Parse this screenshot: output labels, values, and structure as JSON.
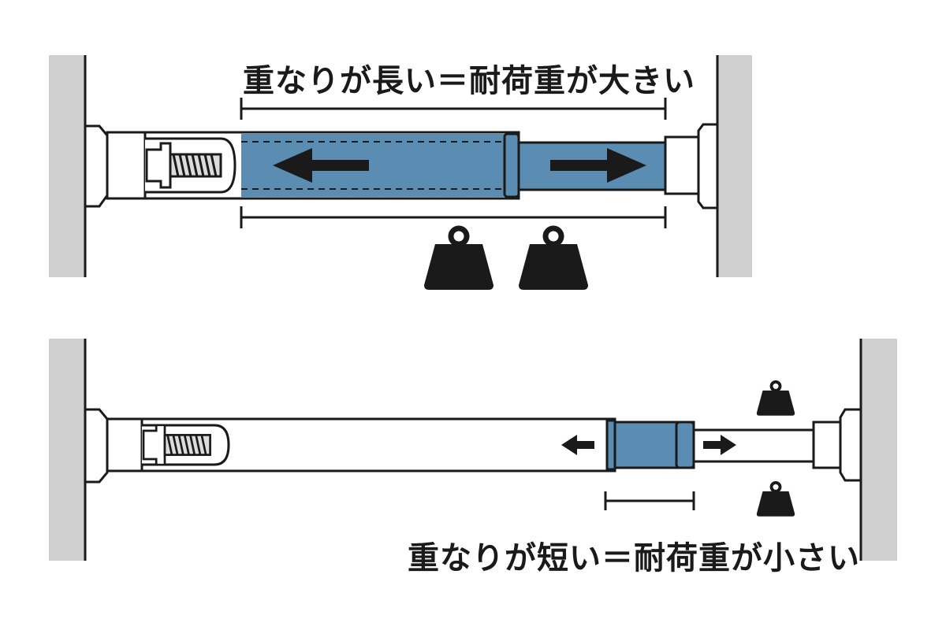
{
  "colors": {
    "wall": "#cfcfcf",
    "outline": "#1a1a1a",
    "overlap": "#5b8db3",
    "background": "#ffffff"
  },
  "top_panel": {
    "caption": "重なりが長い＝耐荷重が大きい",
    "overlap": "long",
    "weights": 2
  },
  "bottom_panel": {
    "caption": "重なりが短い＝耐荷重が小さい",
    "overlap": "short",
    "weights": 2
  },
  "icons": [
    "weight-icon",
    "arrow-left-icon",
    "arrow-right-icon",
    "spring-icon"
  ]
}
